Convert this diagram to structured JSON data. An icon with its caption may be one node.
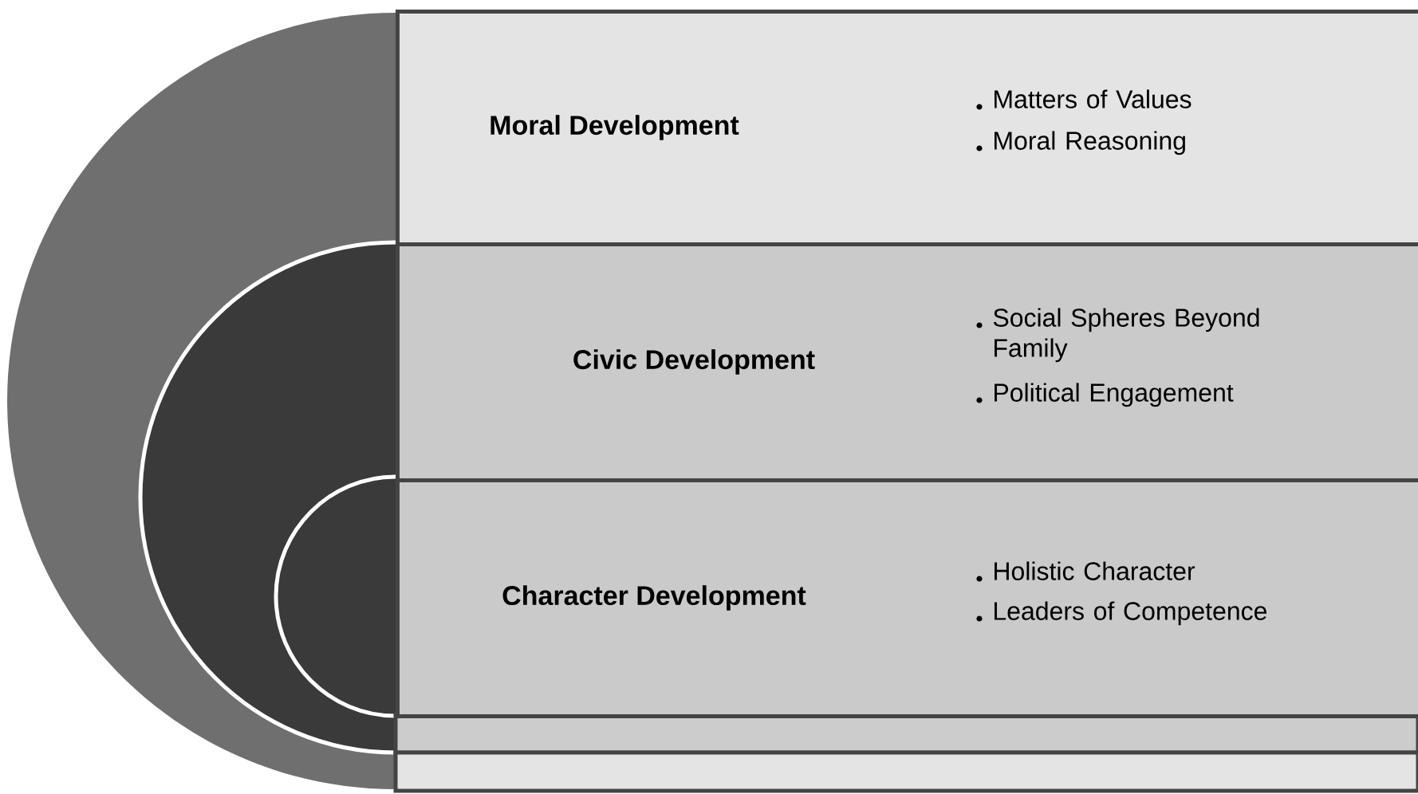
{
  "diagram": {
    "nodes": [
      {
        "text": [
          "Moral Development",
          "Matters of Values",
          "Moral Reasoning"
        ]
      },
      {
        "text": [
          "Civic Development",
          "Social Spheres Beyond Family",
          "Political Engagement"
        ]
      },
      {
        "text": [
          "Character Development",
          "Holistic Character",
          "Leaders of Competence"
        ]
      }
    ]
  }
}
